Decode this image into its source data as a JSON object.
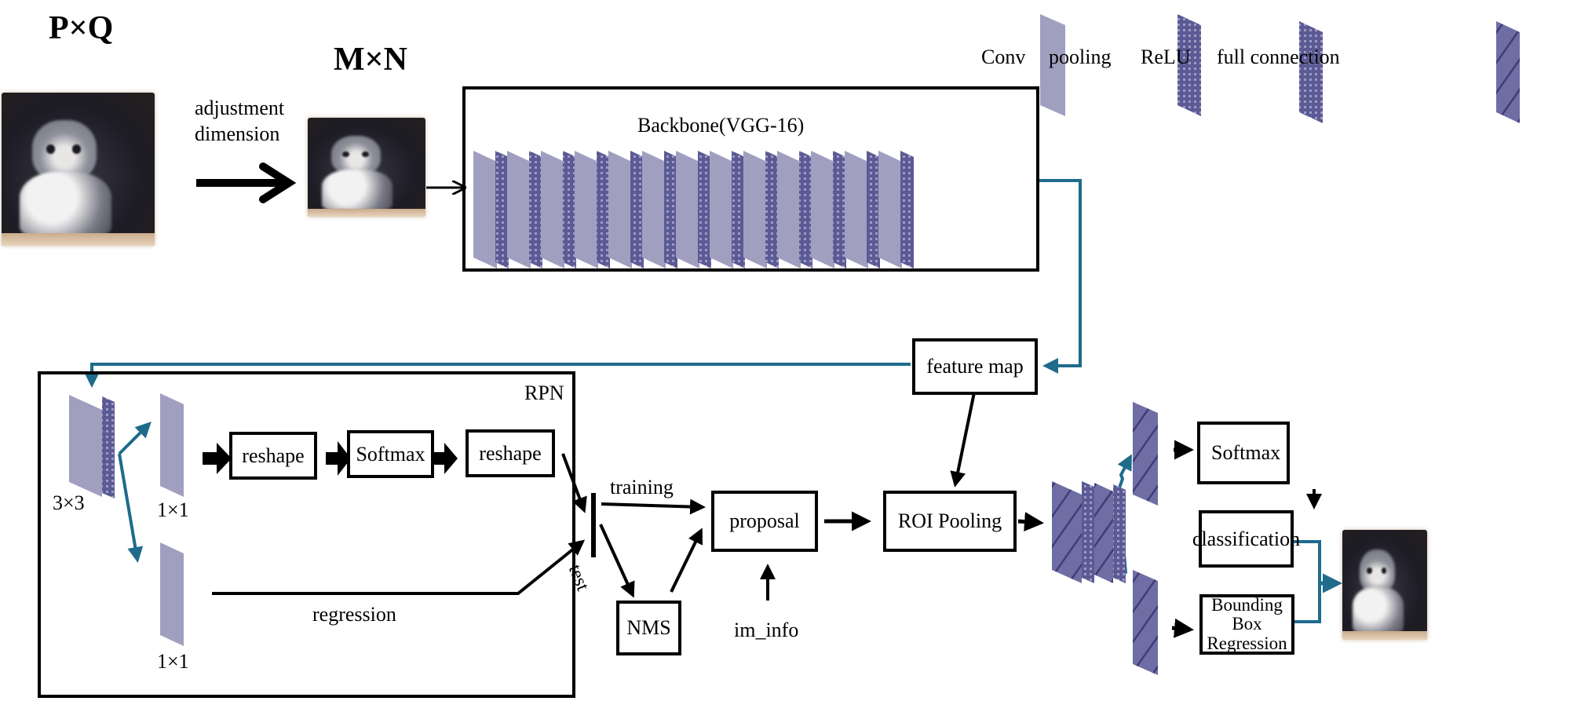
{
  "title": "Faster R-CNN object detection pipeline",
  "input": {
    "size_label": "P×Q",
    "resize_label_line1": "adjustment",
    "resize_label_line2": "dimension",
    "resized_size_label": "M×N"
  },
  "legend": {
    "items": [
      {
        "label": "Conv",
        "pattern": "conv"
      },
      {
        "label": "pooling",
        "pattern": "pooling"
      },
      {
        "label": "ReLU",
        "pattern": "relu"
      },
      {
        "label": "full connection",
        "pattern": "fc"
      }
    ]
  },
  "backbone": {
    "title": "Backbone(VGG-16)",
    "layers": [
      "conv",
      "pool",
      "conv",
      "relu",
      "conv",
      "pool",
      "conv",
      "relu",
      "conv",
      "pool",
      "conv",
      "relu",
      "conv",
      "pool",
      "conv",
      "relu",
      "conv",
      "pool",
      "conv",
      "relu",
      "conv",
      "pool",
      "conv",
      "relu",
      "conv",
      "pool"
    ]
  },
  "feature_map": {
    "label": "feature map"
  },
  "rpn": {
    "title": "RPN",
    "conv3_label": "3×3",
    "conv1a_label": "1×1",
    "conv1b_label": "1×1",
    "steps": [
      "reshape",
      "Softmax",
      "reshape"
    ],
    "regression_label": "regression",
    "training_label": "training",
    "test_label": "test"
  },
  "proposal": {
    "label": "proposal",
    "nms_label": "NMS",
    "im_info_label": "im_info"
  },
  "roi_pooling": {
    "label": "ROI Pooling"
  },
  "head": {
    "softmax_label": "Softmax",
    "classification_label": "classification",
    "bbox_label_line1": "Bounding Box",
    "bbox_label_line2": "Regression"
  },
  "colors": {
    "conv": "#a19fc0",
    "pool_dark": "#5b5a94",
    "teal_arrow": "#1f6b8c",
    "black": "#000000"
  }
}
